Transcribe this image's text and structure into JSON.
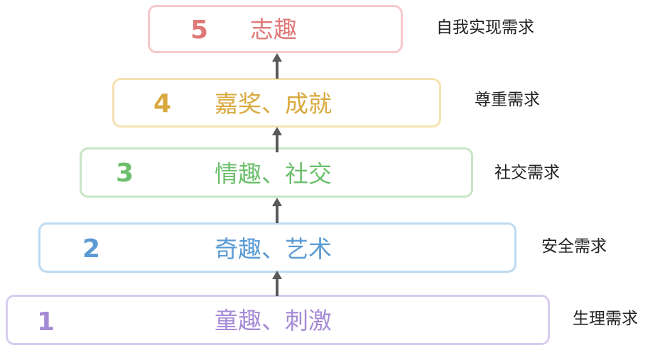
{
  "levels": [
    {
      "number": "1",
      "label": "童趣、刺激",
      "need": "生理需求",
      "color": "#a48bd6",
      "border": "#d8ccf0"
    },
    {
      "number": "2",
      "label": "奇趣、艺术",
      "need": "安全需求",
      "color": "#5b9bd5",
      "border": "#bcdaf3"
    },
    {
      "number": "3",
      "label": "情趣、社交",
      "need": "社交需求",
      "color": "#6cbf6c",
      "border": "#c6e6c6"
    },
    {
      "number": "4",
      "label": "嘉奖、成就",
      "need": "尊重需求",
      "color": "#d9a93e",
      "border": "#f5e2b0"
    },
    {
      "number": "5",
      "label": "志趣",
      "need": "自我实现需求",
      "color": "#e07878",
      "border": "#f7c9c9"
    }
  ],
  "arrow_color": "#595959"
}
